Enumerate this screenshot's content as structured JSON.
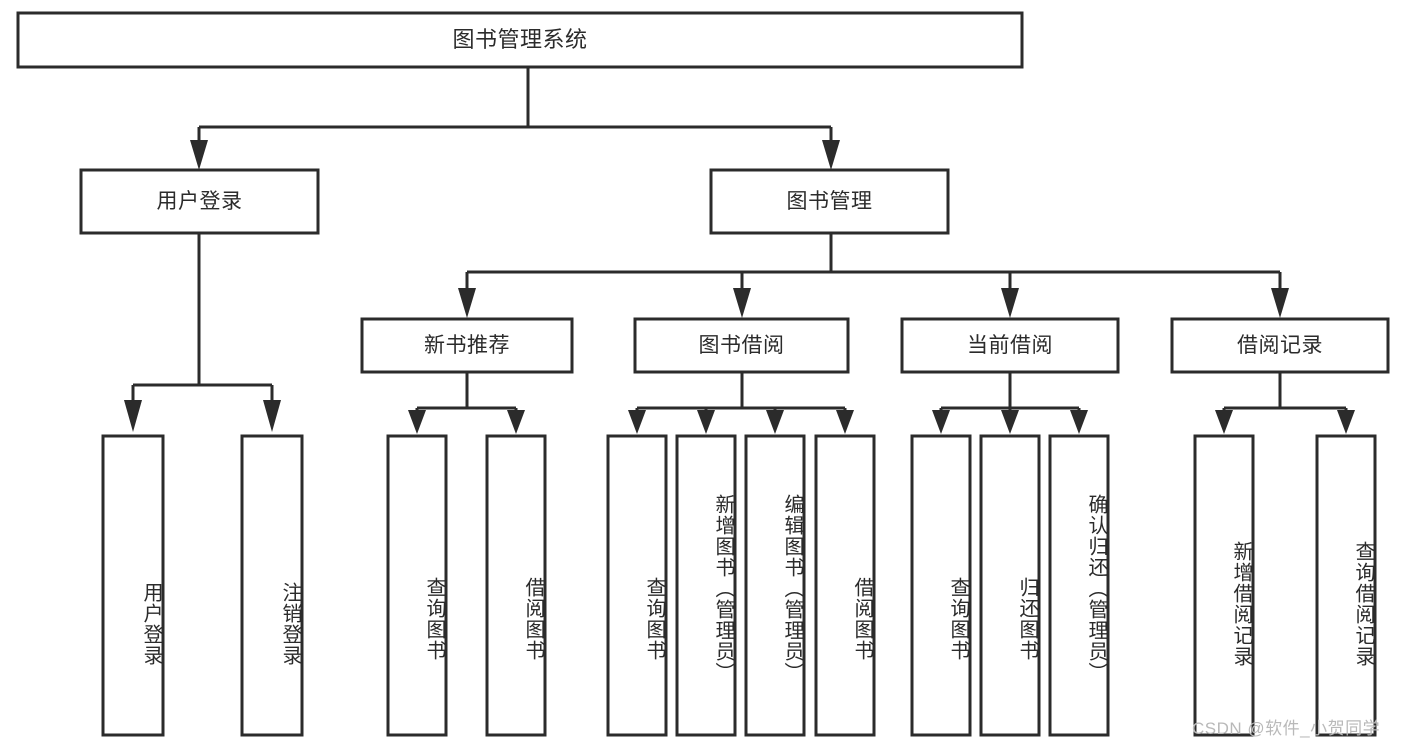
{
  "diagram": {
    "type": "tree-hierarchy",
    "title": "图书管理系统",
    "watermark": "CSDN @软件_小贺同学",
    "colors": {
      "stroke": "#2b2b2b",
      "fill": "#ffffff",
      "text": "#2b2b2b",
      "watermark": "#b9b9b9",
      "background": "#ffffff"
    },
    "root": {
      "label": "图书管理系统"
    },
    "level2": [
      {
        "label": "用户登录"
      },
      {
        "label": "图书管理"
      }
    ],
    "level3": [
      {
        "label": "新书推荐"
      },
      {
        "label": "图书借阅"
      },
      {
        "label": "当前借阅"
      },
      {
        "label": "借阅记录"
      }
    ],
    "leaves": {
      "user_login": [
        {
          "label": "用户登录"
        },
        {
          "label": "注销登录"
        }
      ],
      "new_book_recommend": [
        {
          "label": "查询图书"
        },
        {
          "label": "借阅图书"
        }
      ],
      "book_borrow": [
        {
          "label": "查询图书"
        },
        {
          "label": "新增图书（管理员）"
        },
        {
          "label": "编辑图书（管理员）"
        },
        {
          "label": "借阅图书"
        }
      ],
      "current_borrow": [
        {
          "label": "查询图书"
        },
        {
          "label": "归还图书"
        },
        {
          "label": "确认归还（管理员）"
        }
      ],
      "borrow_record": [
        {
          "label": "新增借阅记录"
        },
        {
          "label": "查询借阅记录"
        }
      ]
    }
  }
}
